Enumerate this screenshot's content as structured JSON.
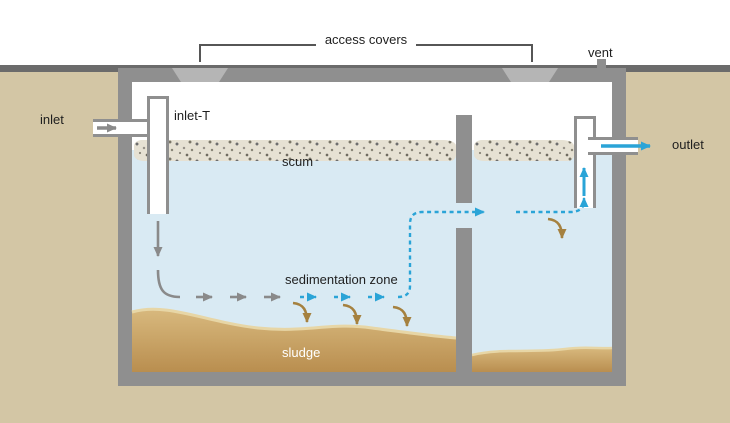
{
  "labels": {
    "access_covers": "access covers",
    "vent": "vent",
    "inlet": "inlet",
    "inlet_t": "inlet-T",
    "scum": "scum",
    "sedimentation_zone": "sedimentation zone",
    "sludge": "sludge",
    "outlet": "outlet"
  },
  "colors": {
    "soil": "#d3c6a5",
    "ground_line": "#6b6b6b",
    "tank_wall": "#8f8f8f",
    "access_cover": "#b5b5b5",
    "water": "#d9eaf3",
    "flow_gray": "#8a8a8a",
    "flow_blue": "#2aa4d7",
    "settle_brown": "#a5813f",
    "sludge_top": "#d8b97e",
    "sludge_bottom": "#b98e4f"
  }
}
